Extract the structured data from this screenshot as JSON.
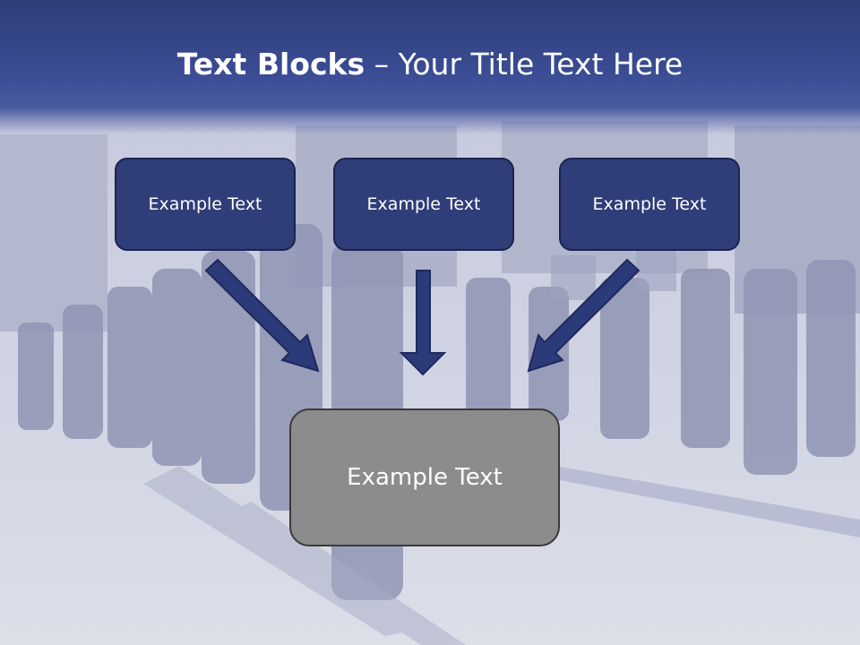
{
  "title": {
    "bold": "Text Blocks",
    "rest": " – Your Title Text Here"
  },
  "boxes": {
    "top_left": "Example Text",
    "top_center": "Example Text",
    "top_right": "Example Text",
    "bottom": "Example Text"
  },
  "colors": {
    "header": "#34448a",
    "small_box_fill": "#2f3d78",
    "arrow": "#2b3a78",
    "big_box_fill": "#8c8c8c"
  }
}
